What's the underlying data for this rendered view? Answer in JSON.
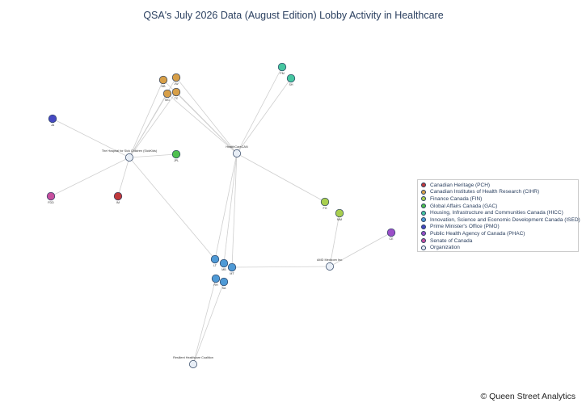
{
  "title": "QSA's July 2026 Data (August Edition) Lobby Activity in Healthcare",
  "credit": "© Queen Street Analytics",
  "legend": [
    {
      "label": "Canadian Heritage (PCH)",
      "color": "#c0393b"
    },
    {
      "label": "Canadian Institutes of Health Research (CIHR)",
      "color": "#d79f48"
    },
    {
      "label": "Finance Canada (FIN)",
      "color": "#a9cf4f"
    },
    {
      "label": "Global Affairs Canada (GAC)",
      "color": "#4fc04f"
    },
    {
      "label": "Housing, Infrastructure and Communities Canada (HICC)",
      "color": "#46c6a0"
    },
    {
      "label": "Innovation, Science and Economic Development Canada (ISED)",
      "color": "#4f9ad6"
    },
    {
      "label": "Prime Minister's Office (PMO)",
      "color": "#4649c2"
    },
    {
      "label": "Public Health Agency of Canada (PHAC)",
      "color": "#9b4fc8"
    },
    {
      "label": "Senate of Canada",
      "color": "#c64f9e"
    },
    {
      "label": "Organization",
      "color": "#e8eef6"
    }
  ],
  "diagram": {
    "nodes": [
      {
        "id": "sickkids",
        "label": "The Hospital for Sick Children (SickKids)",
        "group": "org"
      },
      {
        "id": "healthcarecan",
        "label": "HealthCareCAN",
        "group": "org"
      },
      {
        "id": "amd",
        "label": "AMD Medicom Inc.",
        "group": "org"
      },
      {
        "id": "resilient",
        "label": "Resilient Healthcare Coalition",
        "group": "org"
      },
      {
        "id": "c1",
        "label": "NB",
        "group": "cihr"
      },
      {
        "id": "c2",
        "label": "JW",
        "group": "cihr"
      },
      {
        "id": "c3",
        "label": "MG",
        "group": "cihr"
      },
      {
        "id": "c4",
        "label": "TC",
        "group": "cihr"
      },
      {
        "id": "pmo1",
        "label": "JA",
        "group": "pmo"
      },
      {
        "id": "gac1",
        "label": "JPL",
        "group": "gac"
      },
      {
        "id": "sen1",
        "label": "FDD",
        "group": "senate"
      },
      {
        "id": "pch1",
        "label": "IM",
        "group": "pch"
      },
      {
        "id": "h1",
        "label": "PM",
        "group": "hicc"
      },
      {
        "id": "h2",
        "label": "SH",
        "group": "hicc"
      },
      {
        "id": "f1",
        "label": "FG",
        "group": "fin"
      },
      {
        "id": "f2",
        "label": "MM",
        "group": "fin"
      },
      {
        "id": "ph1",
        "label": "CE",
        "group": "phac"
      },
      {
        "id": "i1",
        "label": "LT",
        "group": "ised"
      },
      {
        "id": "i2",
        "label": "MB",
        "group": "ised"
      },
      {
        "id": "i3",
        "label": "MT",
        "group": "ised"
      },
      {
        "id": "i4",
        "label": "RH",
        "group": "ised"
      },
      {
        "id": "i5",
        "label": "SA",
        "group": "ised"
      }
    ],
    "edges": [
      [
        "sickkids",
        "pmo1"
      ],
      [
        "sickkids",
        "gac1"
      ],
      [
        "sickkids",
        "sen1"
      ],
      [
        "sickkids",
        "pch1"
      ],
      [
        "sickkids",
        "c1"
      ],
      [
        "sickkids",
        "c2"
      ],
      [
        "sickkids",
        "c3"
      ],
      [
        "sickkids",
        "c4"
      ],
      [
        "sickkids",
        "i1"
      ],
      [
        "healthcarecan",
        "c1"
      ],
      [
        "healthcarecan",
        "c2"
      ],
      [
        "healthcarecan",
        "c3"
      ],
      [
        "healthcarecan",
        "c4"
      ],
      [
        "healthcarecan",
        "h1"
      ],
      [
        "healthcarecan",
        "h2"
      ],
      [
        "healthcarecan",
        "f1"
      ],
      [
        "healthcarecan",
        "i1"
      ],
      [
        "healthcarecan",
        "i2"
      ],
      [
        "healthcarecan",
        "i3"
      ],
      [
        "amd",
        "f2"
      ],
      [
        "amd",
        "ph1"
      ],
      [
        "amd",
        "i3"
      ],
      [
        "resilient",
        "i4"
      ],
      [
        "resilient",
        "i5"
      ]
    ]
  }
}
